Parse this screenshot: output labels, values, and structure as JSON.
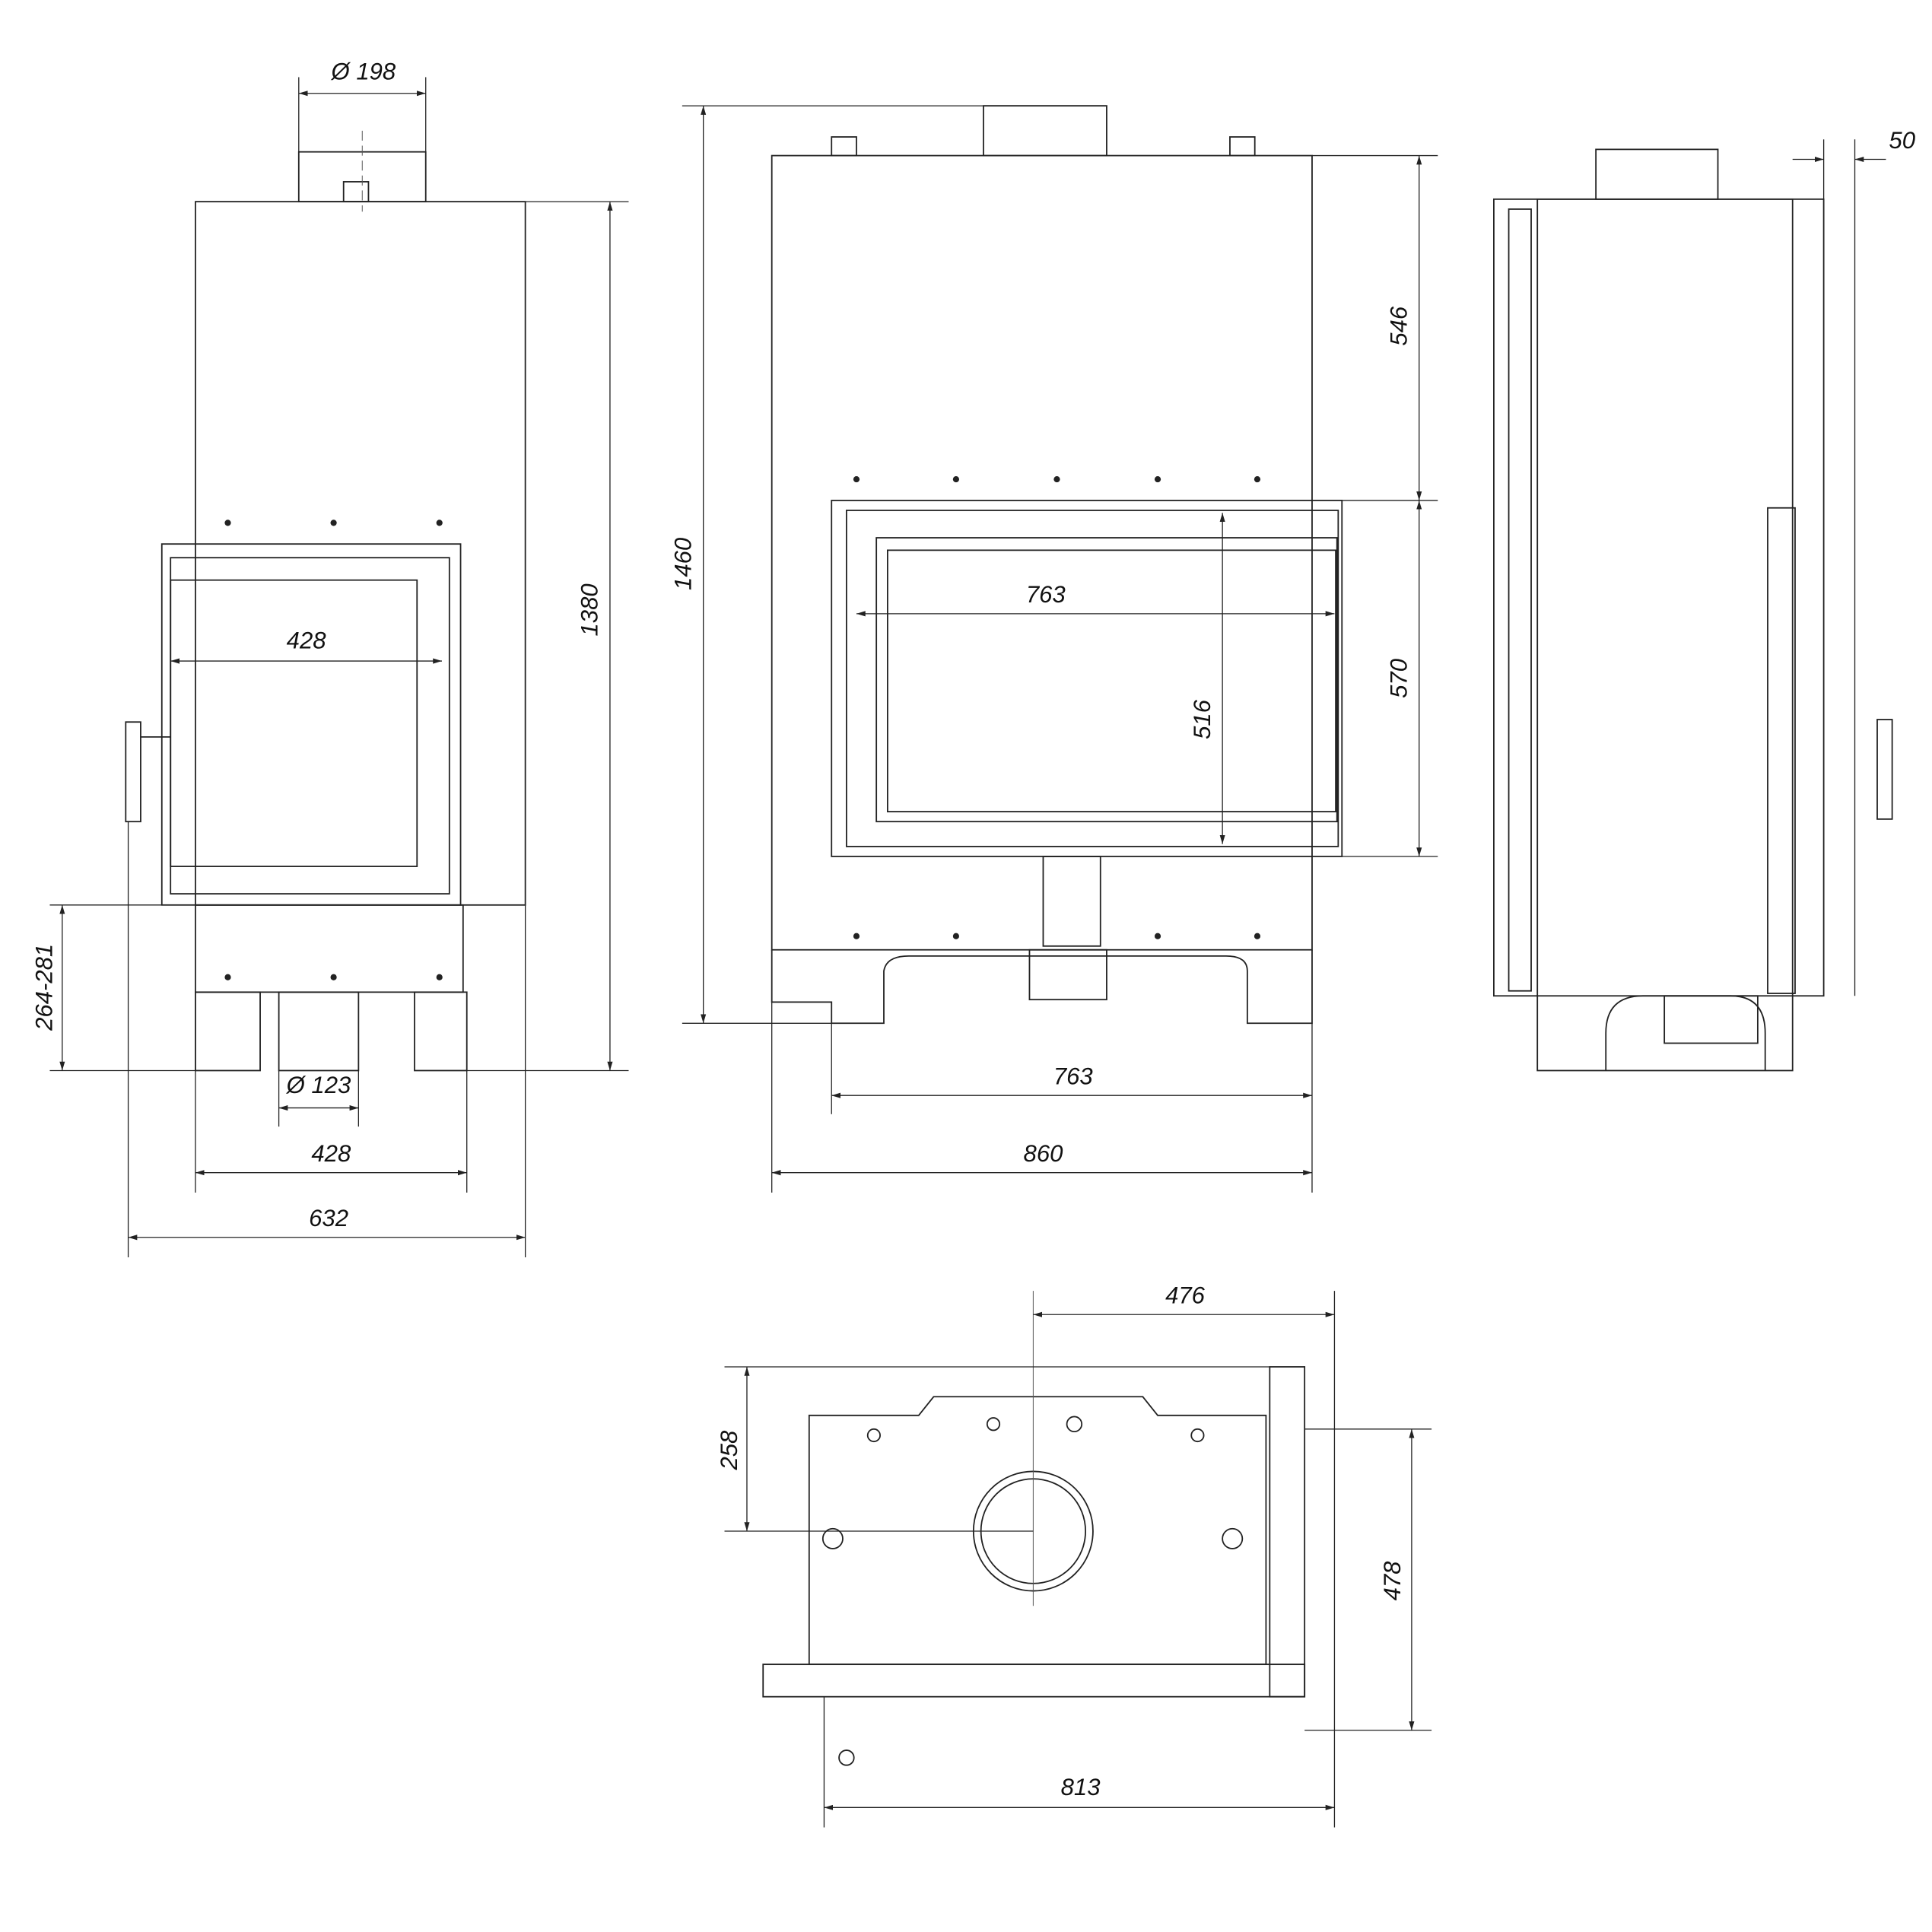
{
  "front_view": {
    "flue_diameter": "Ø 198",
    "glass_width": "428",
    "total_height": "1380",
    "leg_height": "264-281",
    "bottom_diameter": "Ø 123",
    "base_width": "428",
    "total_width": "632"
  },
  "wide_view": {
    "glass_width": "763",
    "glass_height": "516",
    "total_height": "1460",
    "upper_height": "546",
    "door_height": "570",
    "base_width": "763",
    "total_width": "860"
  },
  "side_view": {
    "offset": "50"
  },
  "top_view": {
    "center_offset": "476",
    "depth_to_axis": "258",
    "depth": "478",
    "width": "813"
  }
}
